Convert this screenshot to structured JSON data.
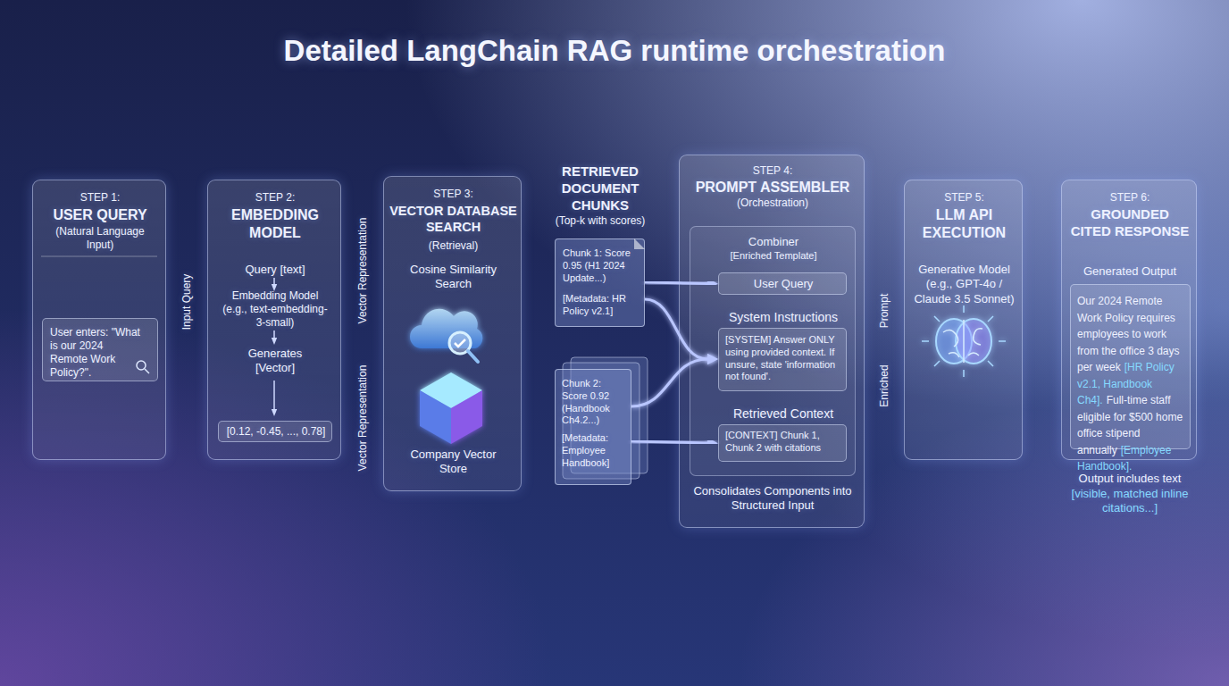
{
  "diagram": {
    "title": "Detailed LangChain RAG runtime orchestration",
    "nodes": [
      {
        "text": [
          "STEP 1:",
          "USER QUERY",
          "(Natural Language Input)"
        ]
      },
      {
        "text": [
          "User enters: \"What is our 2024 Remote Work Policy?\"."
        ],
        "in": 0
      },
      {
        "text": [
          "STEP 2:",
          "EMBEDDING MODEL",
          "Query [text]",
          "Embedding Model (e.g., text-embedding-3-small)",
          "Generates [Vector]"
        ]
      },
      {
        "text": [
          "[0.12, -0.45, ..., 0.78]"
        ],
        "in": 2
      },
      {
        "text": [
          "STEP 3:",
          "VECTOR DATABASE SEARCH",
          "(Retrieval)",
          "Cosine Similarity Search",
          "Company Vector Store"
        ]
      },
      {
        "text": [
          "Chunk 1: Score 0.95 (H1 2024 Update...)",
          "[Metadata: HR Policy v2.1]"
        ]
      },
      {
        "text": [
          "Chunk 2: Score 0.92 (Handbook Ch4.2...)",
          "[Metadata: Employee Handbook]"
        ]
      },
      {
        "text": [
          "STEP 4:",
          "PROMPT ASSEMBLER",
          "(Orchestration)",
          "Consolidates Components into Structured Input"
        ]
      },
      {
        "text": [
          "Combiner",
          "[Enriched Template]"
        ],
        "in": 7
      },
      {
        "text": [
          "User Query"
        ],
        "in": 8
      },
      {
        "text": [
          "System Instructions",
          "[SYSTEM] Answer ONLY using provided context. If unsure, state 'information not found'."
        ],
        "in": 8
      },
      {
        "text": [
          "Retrieved Context",
          "[CONTEXT] Chunk 1, Chunk 2 with citations"
        ],
        "in": 8
      },
      {
        "text": [
          "STEP 5:",
          "LLM API EXECUTION",
          "Generative Model (e.g., GPT-4o / Claude 3.5 Sonnet)"
        ]
      },
      {
        "text": [
          "STEP 6:",
          "GROUNDED CITED RESPONSE",
          "Generated Output"
        ]
      },
      {
        "text": [
          "Our 2024 Remote Work Policy requires employees to work from the office 3 days per week",
          "[HR Policy v2.1, Handbook Ch4].",
          "Full-time staff eligible for $500 home office stipend annually",
          "[Employee Handbook]."
        ],
        "in": 13
      }
    ],
    "edges": [
      {
        "from": 0,
        "to": 2,
        "label": "Input Query",
        "arrow": "to"
      },
      {
        "from": 2,
        "to": 4,
        "label": "Vector Representation",
        "arrow": "to"
      },
      {
        "from": 4,
        "to": 5,
        "arrow": "to"
      },
      {
        "from": 4,
        "to": 6,
        "arrow": "to"
      },
      {
        "from": 5,
        "to": 9,
        "arrow": "to"
      },
      {
        "from": 5,
        "to": 10,
        "arrow": "to"
      },
      {
        "from": 6,
        "to": 10,
        "arrow": "to"
      },
      {
        "from": 6,
        "to": 11,
        "arrow": "to"
      },
      {
        "from": 7,
        "to": 12,
        "label": "Prompt",
        "arrow": "to"
      },
      {
        "from": 12,
        "to": 13,
        "arrow": "to"
      }
    ],
    "labels": [
      "RETRIEVED DOCUMENT CHUNKS",
      "(Top-k with scores)",
      "Vector Representation",
      "Enriched",
      "Output includes text",
      "[visible, matched inline citations...]"
    ]
  }
}
